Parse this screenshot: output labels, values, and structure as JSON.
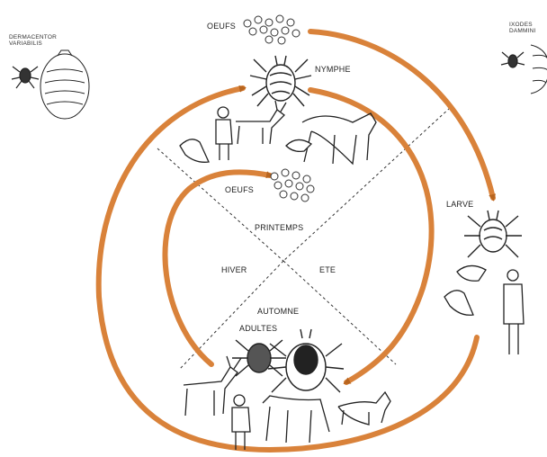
{
  "species": {
    "left": [
      "DERMACENTOR",
      "VARIABILIS"
    ],
    "right": [
      "IXODES",
      "DAMMINI"
    ]
  },
  "stages": {
    "eggs_top": "OEUFS",
    "nymph": "NYMPHE",
    "larva": "LARVE",
    "eggs_inner": "OEUFS",
    "adults": "ADULTES"
  },
  "seasons": {
    "spring": "PRINTEMPS",
    "summer": "ETE",
    "autumn": "AUTOMNE",
    "winter": "HIVER"
  },
  "colors": {
    "arrow": "#d9823a",
    "arrow_dark": "#b8651f",
    "line": "#222222"
  },
  "icons": {
    "egg_cluster": "egg-cluster-icon",
    "tick": "tick-icon",
    "engorged_tick": "engorged-tick-icon",
    "host_animals": [
      "bird",
      "human",
      "deer",
      "horse",
      "mouse",
      "fox"
    ]
  }
}
